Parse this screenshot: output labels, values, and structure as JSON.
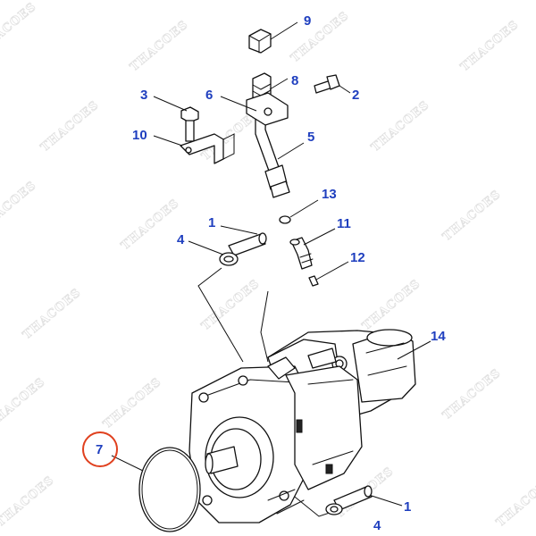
{
  "watermark": "THACOES",
  "highlight_color": "#e0401e",
  "callout_color": "#1f3fbf",
  "callouts": {
    "c9": "9",
    "c8": "8",
    "c3": "3",
    "c6": "6",
    "c2": "2",
    "c10": "10",
    "c5": "5",
    "c13": "13",
    "c1_top": "1",
    "c11": "11",
    "c4_top": "4",
    "c12": "12",
    "c14": "14",
    "c7": "7",
    "c1_bottom": "1",
    "c4_bottom": "4"
  }
}
